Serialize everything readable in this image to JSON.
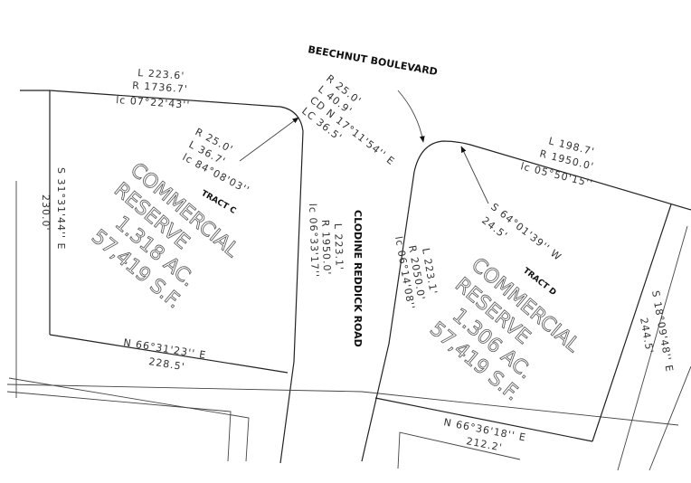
{
  "roads": {
    "beechnut": "BEECHNUT BOULEVARD",
    "clodine": "CLODINE REDDICK ROAD"
  },
  "tract_c": {
    "label": "TRACT C",
    "use_line1": "COMMERCIAL",
    "use_line2": "RESERVE",
    "acres": "1.318 AC.",
    "sqft": "57,419 S.F.",
    "top_curve": {
      "L": "L 223.6'",
      "R": "R 1736.7'",
      "lc": "lc 07°22'43''"
    },
    "corner_curve": {
      "R": "R 25.0'",
      "L": "L 36.7'",
      "lc": "lc 84°08'03''"
    },
    "east_curve": {
      "L": "L 223.1'",
      "R": "R 1950.0'",
      "lc": "lc 06°33'17''"
    },
    "west_bearing": "S 31°31'44'' E",
    "west_distance": "230.0'",
    "south_bearing": "N 66°31'23'' E",
    "south_distance": "228.5'"
  },
  "tract_d": {
    "label": "TRACT D",
    "use_line1": "COMMERCIAL",
    "use_line2": "RESERVE",
    "acres": "1.306 AC.",
    "sqft": "57,419 S.F.",
    "corner_curve": {
      "R": "R 25.0'",
      "L": "L 40.9'",
      "cd": "CD N 17°11'54'' E",
      "lc": "LC 36.5'"
    },
    "top_curve": {
      "L": "L 198.7'",
      "R": "R 1950.0'",
      "lc": "lc 05°50'15''"
    },
    "west_curve": {
      "L": "L 223.1'",
      "R": "R 2050.0'",
      "lc": "lc 06°14'08''"
    },
    "corner_bearing": "S 64°01'39'' W",
    "corner_distance": "24.5'",
    "east_bearing": "S 18°09'48'' E",
    "east_distance": "244.5'",
    "south_bearing": "N 66°36'18'' E",
    "south_distance": "212.2'"
  }
}
